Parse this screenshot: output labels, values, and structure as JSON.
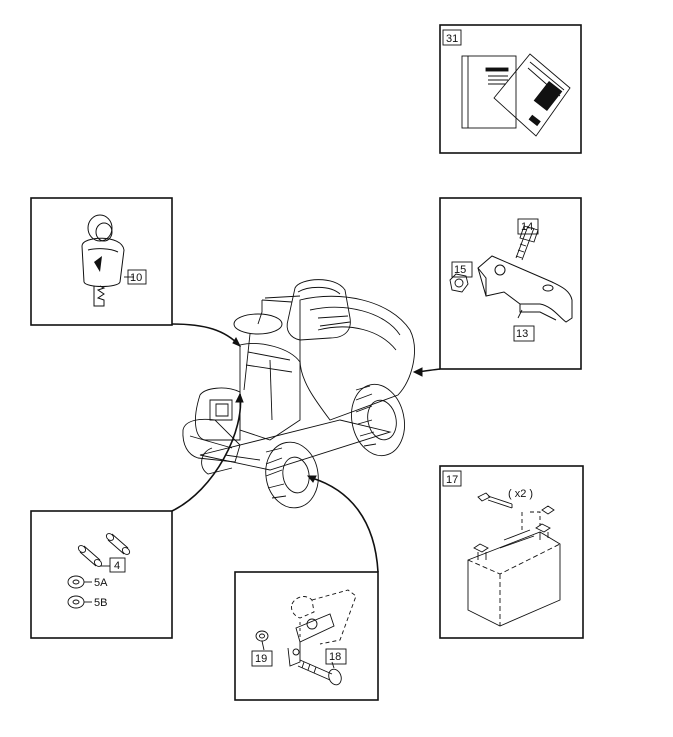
{
  "callouts": {
    "box_manual": {
      "number": "31"
    },
    "box_key": {
      "part": "10"
    },
    "box_bracket": {
      "parts": [
        "14",
        "15",
        "13"
      ]
    },
    "box_battery": {
      "number": "17",
      "qty": "( x2 )"
    },
    "box_pins": {
      "parts": [
        "4",
        "5A",
        "5B"
      ]
    },
    "box_bolt": {
      "parts": [
        "19",
        "18"
      ]
    }
  }
}
